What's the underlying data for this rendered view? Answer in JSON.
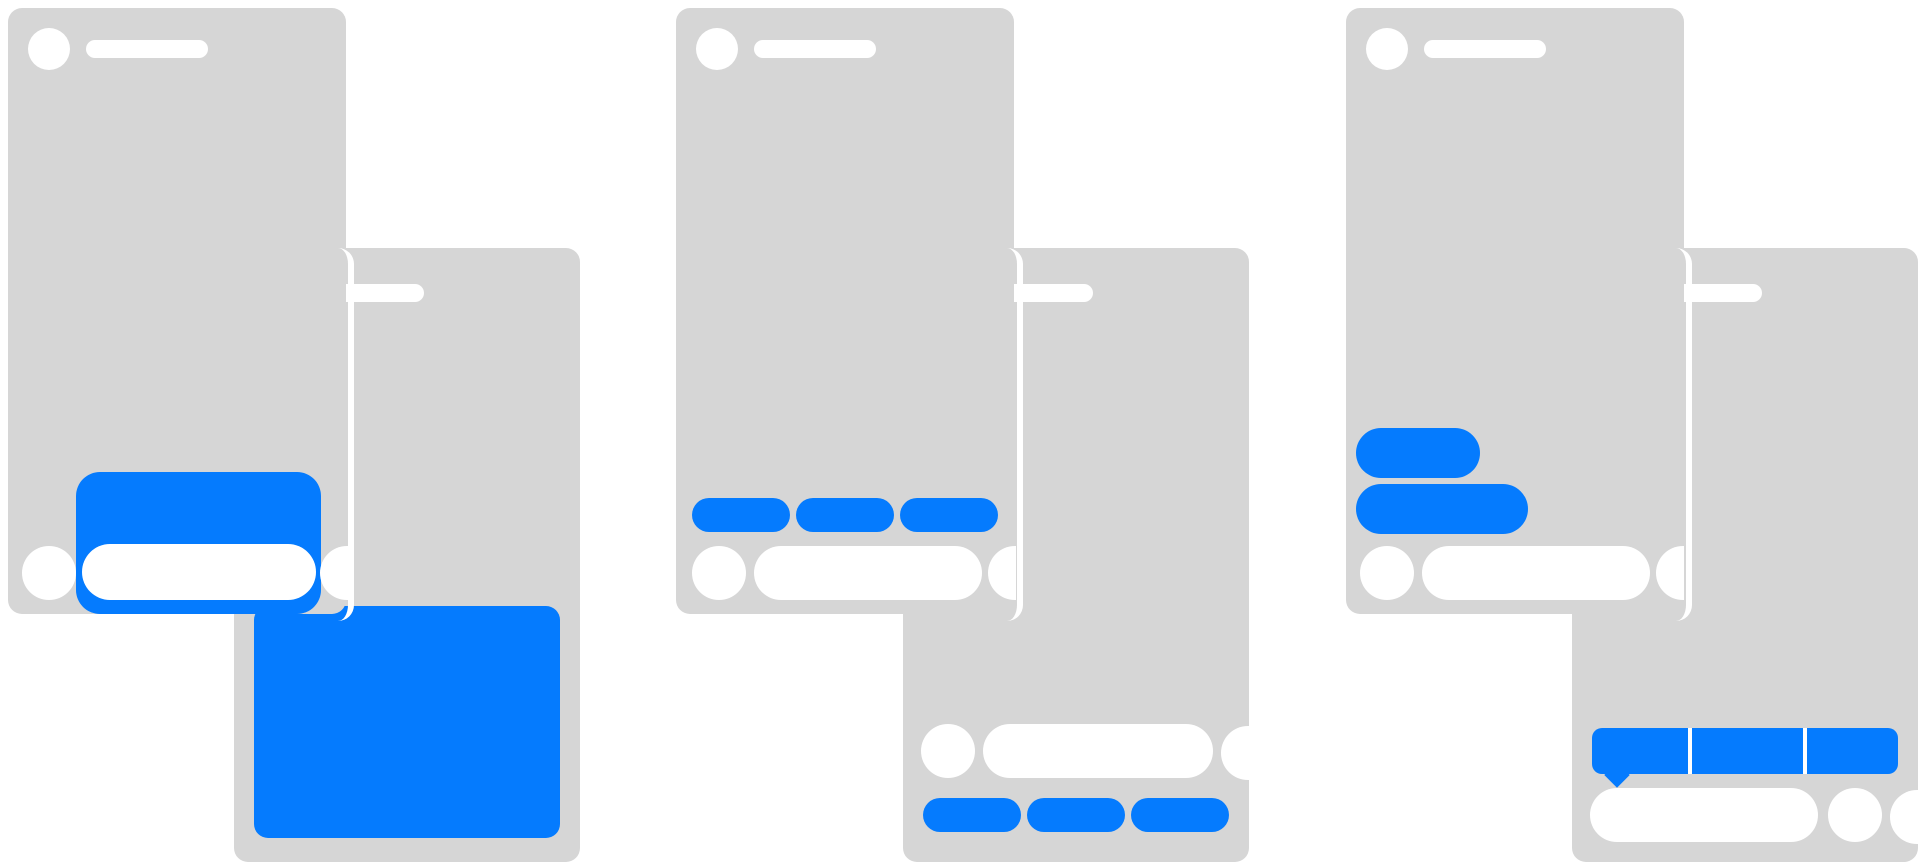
{
  "colors": {
    "phone_fill": "#d6d6d6",
    "accent": "#057bfe",
    "background": "#ffffff"
  },
  "panels": [
    {
      "name": "panel-1",
      "front_phone": {
        "elements": [
          "avatar-circle",
          "title-pill",
          "composer-left-circle",
          "composer-input",
          "composer-right-partial-circle",
          "blue-keyboard-sheet"
        ]
      },
      "back_phone": {
        "elements": [
          "title-pill",
          "blue-keyboard-sheet"
        ]
      }
    },
    {
      "name": "panel-2",
      "front_phone": {
        "elements": [
          "avatar-circle",
          "title-pill",
          "suggestion-pill-1",
          "suggestion-pill-2",
          "suggestion-pill-3",
          "composer-left-circle",
          "composer-input",
          "composer-right-partial-circle"
        ]
      },
      "back_phone": {
        "elements": [
          "title-pill",
          "composer-left-circle",
          "composer-input",
          "composer-right-partial-circle",
          "suggestion-pill-1",
          "suggestion-pill-2",
          "suggestion-pill-3"
        ]
      }
    },
    {
      "name": "panel-3",
      "front_phone": {
        "elements": [
          "avatar-circle",
          "title-pill",
          "message-bubble-short",
          "message-bubble-long",
          "composer-left-circle",
          "composer-input",
          "composer-right-partial-circle"
        ]
      },
      "back_phone": {
        "elements": [
          "title-pill",
          "segmented-suggestion-bar",
          "pointer-caret",
          "composer-input",
          "composer-round-button",
          "composer-right-partial-circle"
        ]
      }
    }
  ]
}
